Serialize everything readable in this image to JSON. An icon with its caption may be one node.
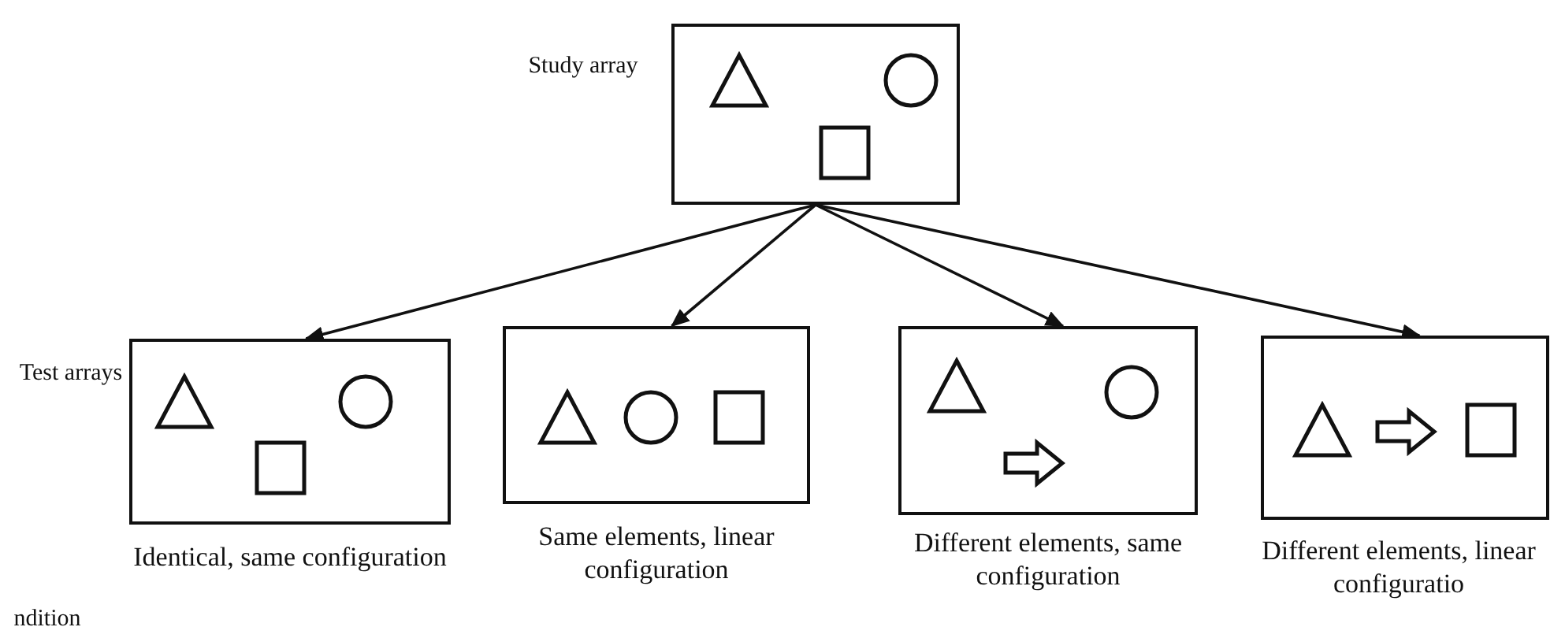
{
  "diagram": {
    "nodes": [
      {
        "text": [
          "Study array"
        ]
      },
      {
        "text": [
          "Identical, same configuration"
        ]
      },
      {
        "text": [
          "Same elements, linear configuration"
        ]
      },
      {
        "text": [
          "Different elements, same configuration"
        ]
      },
      {
        "text": [
          "Different elements, linear configuratio"
        ]
      }
    ],
    "edges": [
      {
        "from": 0,
        "to": 1,
        "arrow": "to"
      },
      {
        "from": 0,
        "to": 2,
        "arrow": "to"
      },
      {
        "from": 0,
        "to": 3,
        "arrow": "to"
      },
      {
        "from": 0,
        "to": 4,
        "arrow": "to"
      }
    ],
    "labels": [
      "Test arrays",
      "ndition"
    ]
  }
}
